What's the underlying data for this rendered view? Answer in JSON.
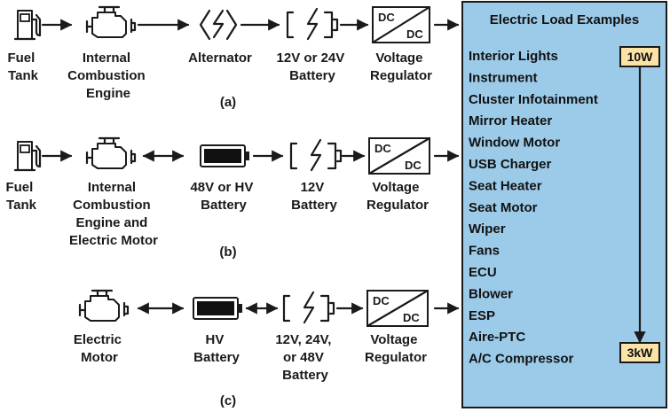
{
  "rows": {
    "a": {
      "caption": "(a)",
      "labels": {
        "fuel": [
          "Fuel",
          "Tank"
        ],
        "engine": [
          "Internal",
          "Combustion",
          "Engine"
        ],
        "alternator": [
          "Alternator"
        ],
        "battery": [
          "12V or 24V",
          "Battery"
        ],
        "regulator": [
          "Voltage",
          "Regulator"
        ]
      }
    },
    "b": {
      "caption": "(b)",
      "labels": {
        "fuel": [
          "Fuel",
          "Tank"
        ],
        "engine": [
          "Internal",
          "Combustion",
          "Engine and",
          "Electric Motor"
        ],
        "hv_battery": [
          "48V or HV",
          "Battery"
        ],
        "battery": [
          "12V",
          "Battery"
        ],
        "regulator": [
          "Voltage",
          "Regulator"
        ]
      }
    },
    "c": {
      "caption": "(c)",
      "labels": {
        "motor": [
          "Electric",
          "Motor"
        ],
        "hv_battery": [
          "HV",
          "Battery"
        ],
        "battery": [
          "12V, 24V,",
          "or 48V",
          "Battery"
        ],
        "regulator": [
          "Voltage",
          "Regulator"
        ]
      }
    }
  },
  "dcdc": {
    "top": "DC",
    "bottom": "DC"
  },
  "panel": {
    "title": "Electric Load Examples",
    "loads": [
      "Interior Lights",
      "Instrument",
      "Cluster Infotainment",
      "Mirror Heater",
      "Window Motor",
      "USB Charger",
      "Seat Heater",
      "Seat Motor",
      "Wiper",
      "Fans",
      "ECU",
      "Blower",
      "ESP",
      "Aire-PTC",
      "A/C Compressor"
    ],
    "scale_low": "10W",
    "scale_high": "3kW"
  },
  "colors": {
    "panel_fill": "#9ccbe9",
    "tag_fill": "#fbe3a8",
    "battery_fill": "#111111",
    "stroke": "#1a1a1a"
  },
  "icons": [
    "fuel-pump-icon",
    "engine-icon",
    "alternator-icon",
    "battery-icon",
    "dc-dc-converter-icon"
  ]
}
